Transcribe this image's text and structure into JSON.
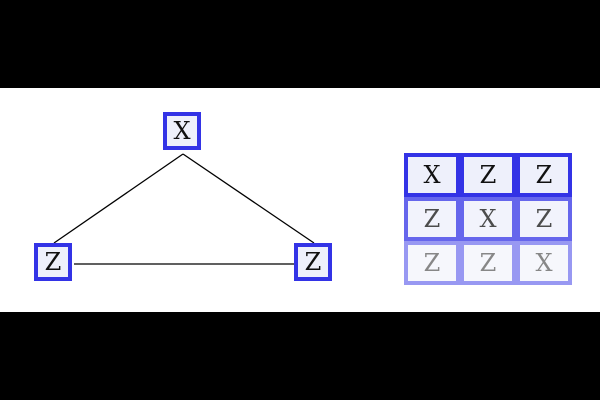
{
  "graph": {
    "nodes": [
      {
        "id": "top",
        "label": "X"
      },
      {
        "id": "bottom-left",
        "label": "Z"
      },
      {
        "id": "bottom-right",
        "label": "Z"
      }
    ],
    "edges": [
      {
        "from": "top",
        "to": "bottom-left"
      },
      {
        "from": "top",
        "to": "bottom-right"
      },
      {
        "from": "bottom-left",
        "to": "bottom-right"
      }
    ]
  },
  "matrix": {
    "rows": [
      {
        "cells": [
          "X",
          "Z",
          "Z"
        ]
      },
      {
        "cells": [
          "Z",
          "X",
          "Z"
        ]
      },
      {
        "cells": [
          "Z",
          "Z",
          "X"
        ]
      }
    ],
    "row_opacity": [
      1.0,
      0.75,
      0.5
    ]
  },
  "colors": {
    "node_border": "#3333e6",
    "node_fill": "#eef0fb",
    "edge": "#000000",
    "background_band": "#ffffff",
    "letterbox": "#000000"
  }
}
